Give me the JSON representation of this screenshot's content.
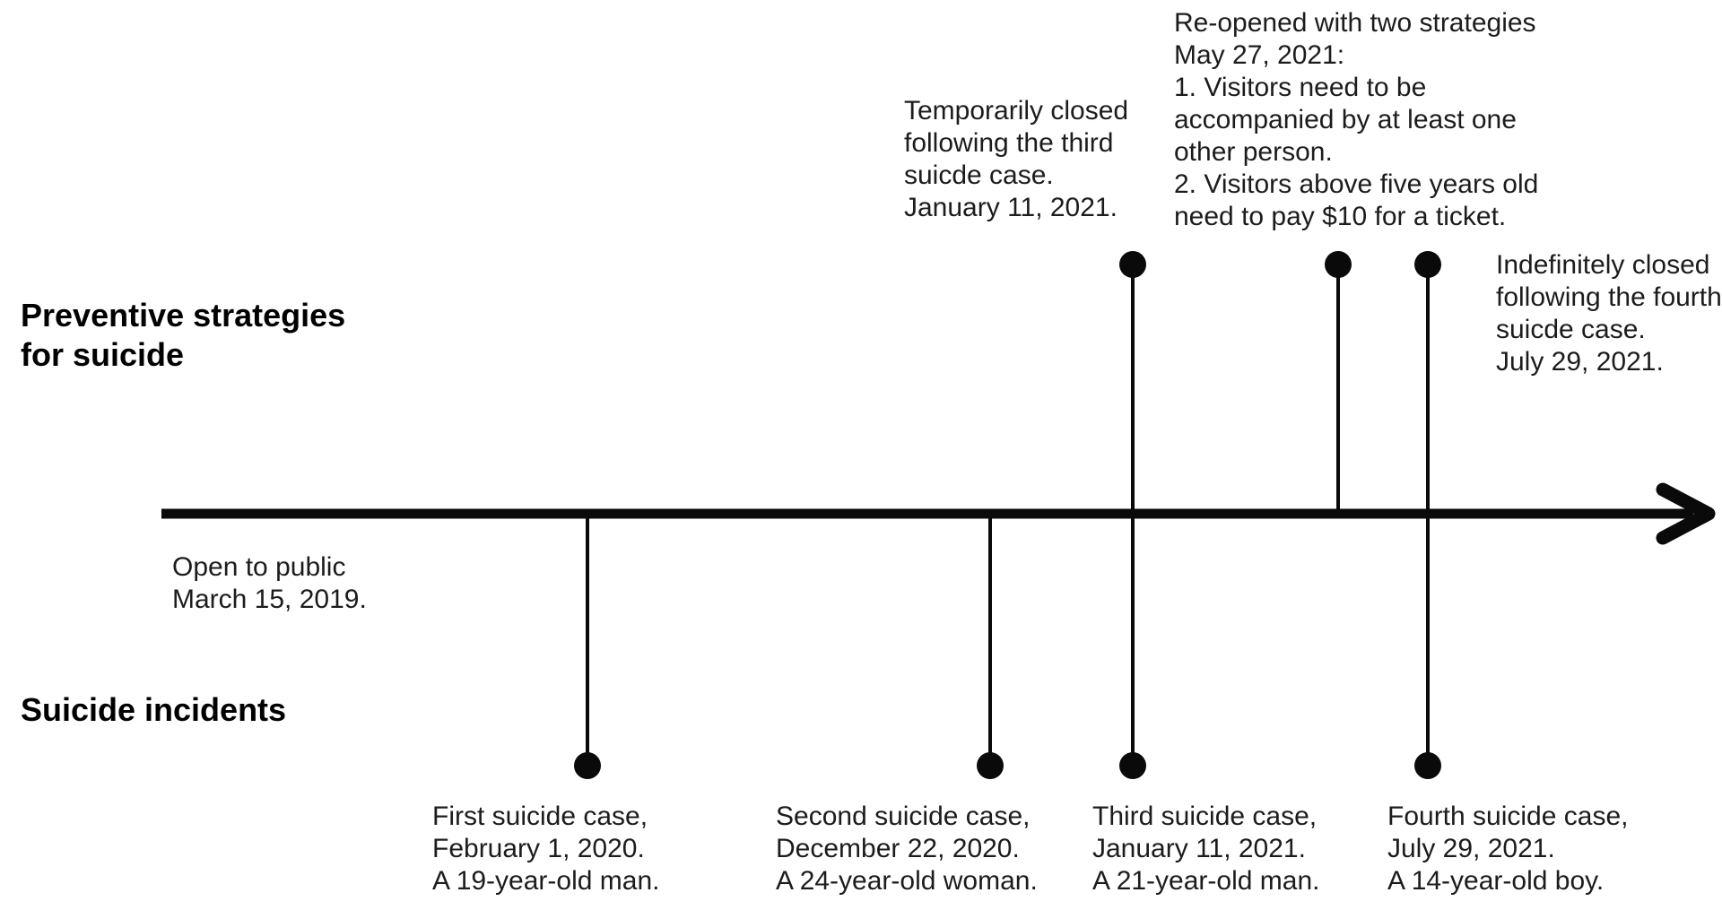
{
  "headings": {
    "strategies": "Preventive strategies\nfor suicide",
    "incidents": "Suicide incidents"
  },
  "timeline": {
    "origin": "Open to public\nMarch 15, 2019."
  },
  "strategies": [
    {
      "label": "Temporarily closed\nfollowing the third\nsuicde case.\nJanuary 11, 2021."
    },
    {
      "label": "Re-opened with two strategies\nMay 27, 2021:\n1. Visitors need to be\naccompanied by at least one\nother person.\n2. Visitors above five years old\nneed to pay $10 for a ticket."
    },
    {
      "label": "Indefinitely closed\nfollowing the fourth\nsuicde case.\nJuly 29, 2021."
    }
  ],
  "incidents": [
    {
      "label": "First suicide case,\nFebruary 1, 2020.\nA 19-year-old man."
    },
    {
      "label": "Second suicide case,\nDecember 22, 2020.\nA 24-year-old woman."
    },
    {
      "label": "Third suicide case,\nJanuary 11, 2021.\nA 21-year-old man."
    },
    {
      "label": "Fourth suicide case,\nJuly 29, 2021.\nA 14-year-old boy."
    }
  ],
  "colors": {
    "ink": "#0a0a0a",
    "text": "#1c1c1c",
    "background": "#ffffff"
  }
}
